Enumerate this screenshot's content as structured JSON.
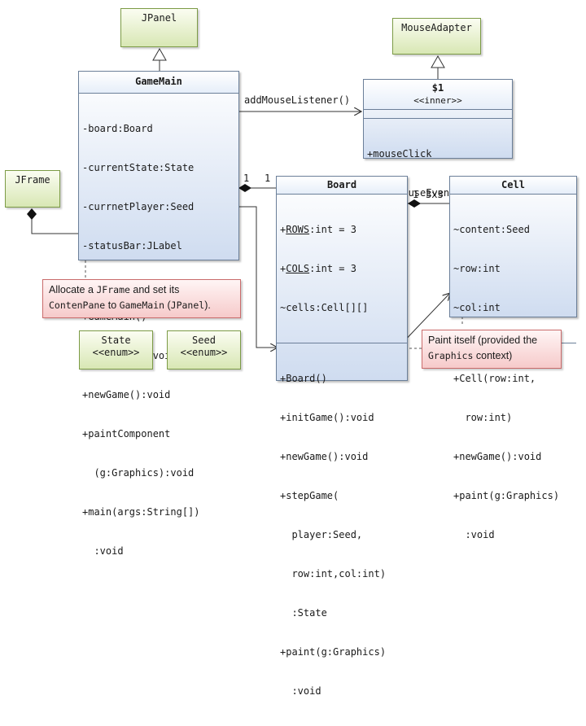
{
  "jpanel": {
    "name": "JPanel"
  },
  "mouseadapter": {
    "name": "MouseAdapter"
  },
  "jframe": {
    "name": "JFrame"
  },
  "gamemain": {
    "name": "GameMain",
    "attributes": [
      "-board:Board",
      "-currentState:State",
      "-currnetPlayer:Seed",
      "-statusBar:JLabel"
    ],
    "methods": [
      "+GameMain()",
      "+initGame():void",
      "+newGame():void",
      "+paintComponent",
      "  (g:Graphics):void",
      "+main(args:String[])",
      "  :void"
    ]
  },
  "inner": {
    "name": "$1",
    "stereotype": "<<inner>>",
    "methods": [
      "+mouseClick",
      "  (e:MouseEvent):void"
    ]
  },
  "board": {
    "name": "Board",
    "attr_rows_name": "ROWS",
    "attr_rows_rest": ":int = 3",
    "attr_cols_name": "COLS",
    "attr_cols_rest": ":int = 3",
    "attr_prefix": "+",
    "attr_cells": "~cells:Cell[][]",
    "methods": [
      "+Board()",
      "+initGame():void",
      "+newGame():void",
      "+stepGame(",
      "  player:Seed,",
      "  row:int,col:int)",
      "  :State",
      "+paint(g:Graphics)",
      "  :void"
    ]
  },
  "cell": {
    "name": "Cell",
    "attributes": [
      "~content:Seed",
      "~row:int",
      "~col:int"
    ],
    "methods": [
      "+Cell(row:int,",
      "  row:int)",
      "+newGame():void",
      "+paint(g:Graphics)",
      "  :void"
    ]
  },
  "state": {
    "name": "State",
    "stereotype": "<<enum>>"
  },
  "seed": {
    "name": "Seed",
    "stereotype": "<<enum>>"
  },
  "labels": {
    "add_listener": "addMouseListener()",
    "mult_gm_board_1": "1",
    "mult_gm_board_2": "1",
    "mult_board_cell_1": "1",
    "mult_board_cell_2": "3x3"
  },
  "note_jframe": {
    "t1": "Allocate a ",
    "c1": "JFrame",
    "t2": " and set its",
    "c2": "ContenPane",
    "t3": " to ",
    "c3": "GameMain",
    "t4": " (",
    "c4": "JPanel",
    "t5": ")."
  },
  "note_paint": {
    "t1": "Paint itself (provided the",
    "c1": "Graphics",
    "t2": " context)"
  }
}
